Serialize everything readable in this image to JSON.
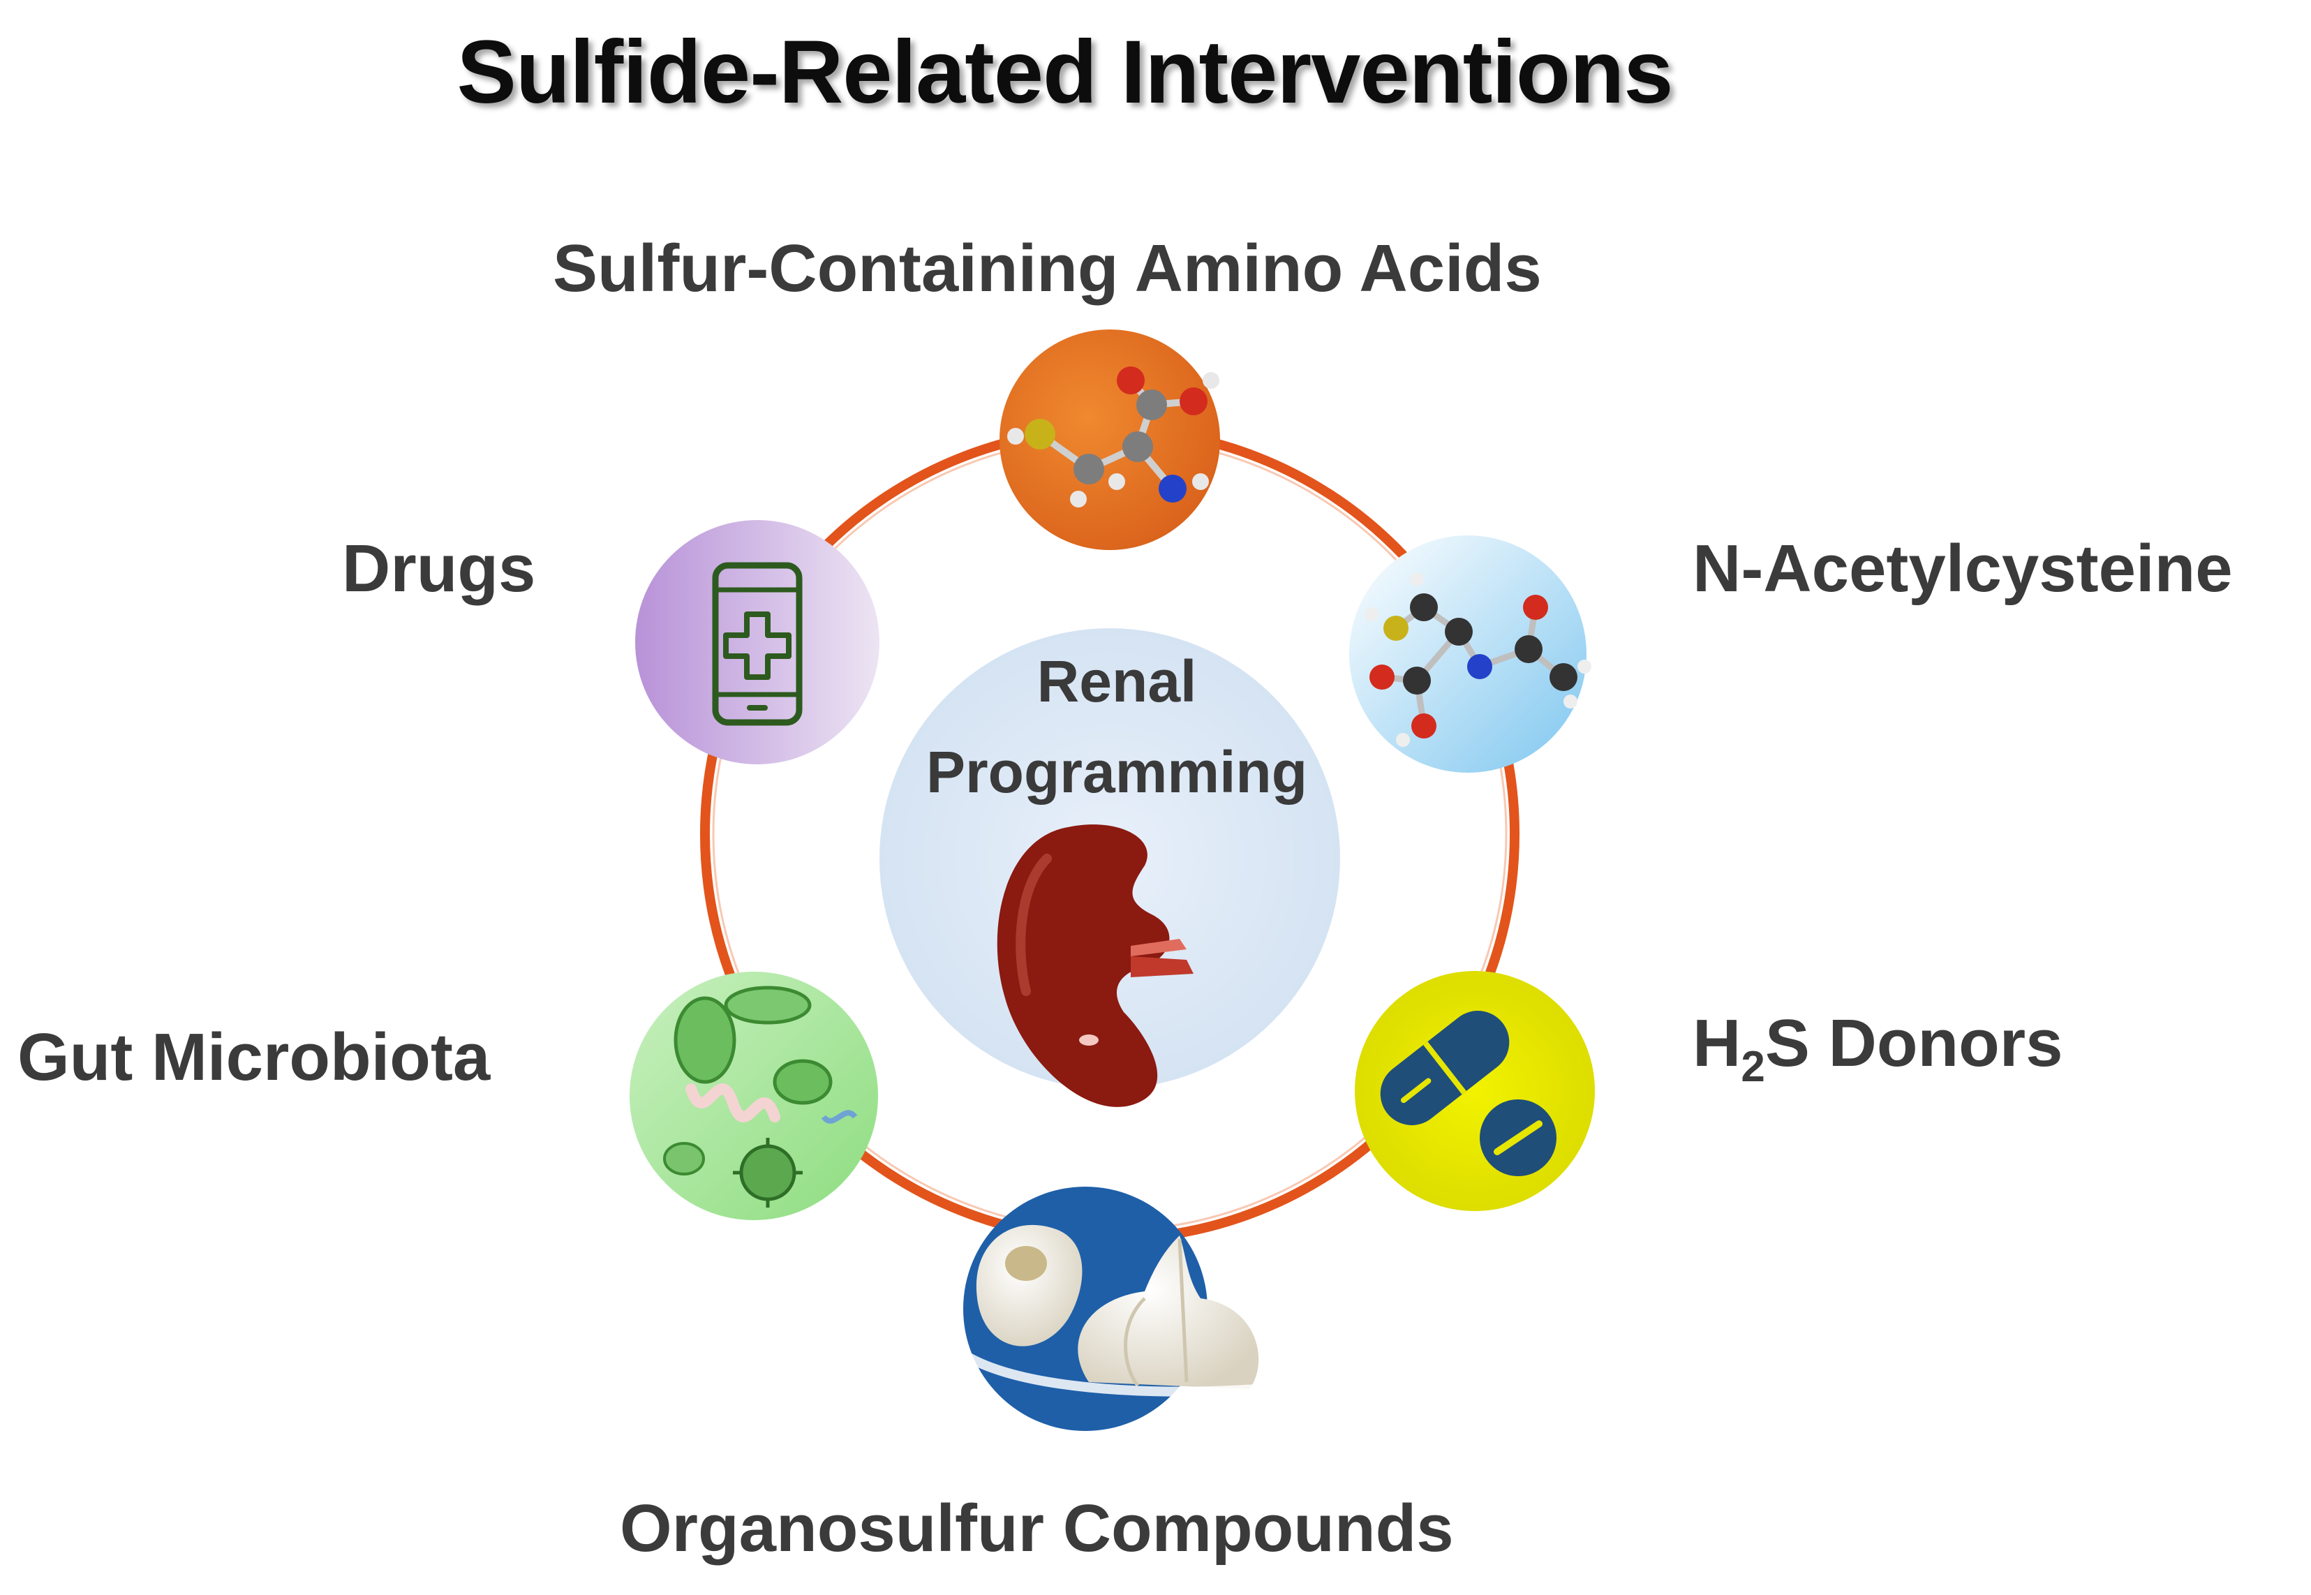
{
  "title": "Sulfide-Related Interventions",
  "center": {
    "line1": "Renal",
    "line2": "Programming",
    "icon": "kidney-icon"
  },
  "nodes": [
    {
      "label": "Sulfur-Containing Amino Acids",
      "icon": "cysteine-molecule-icon",
      "color": "#e6701e"
    },
    {
      "label": "N-Acetylcysteine",
      "icon": "nac-molecule-icon",
      "color": "#9fd3f2"
    },
    {
      "label_main": "H",
      "label_sub": "2",
      "label_rest": "S Donors",
      "icon": "pill-tablet-icon",
      "color": "#e6e600"
    },
    {
      "label": "Organosulfur Compounds",
      "icon": "garlic-icon",
      "color": "#1e5fa8"
    },
    {
      "label": "Gut Microbiota",
      "icon": "microbes-icon",
      "color": "#a5e59a"
    },
    {
      "label": "Drugs",
      "icon": "phone-medical-cross-icon",
      "color": "#c6a6dc"
    }
  ],
  "colors": {
    "ring": "#e2541b",
    "center_fill": "#dde8f5",
    "kidney": "#8b1a10"
  }
}
